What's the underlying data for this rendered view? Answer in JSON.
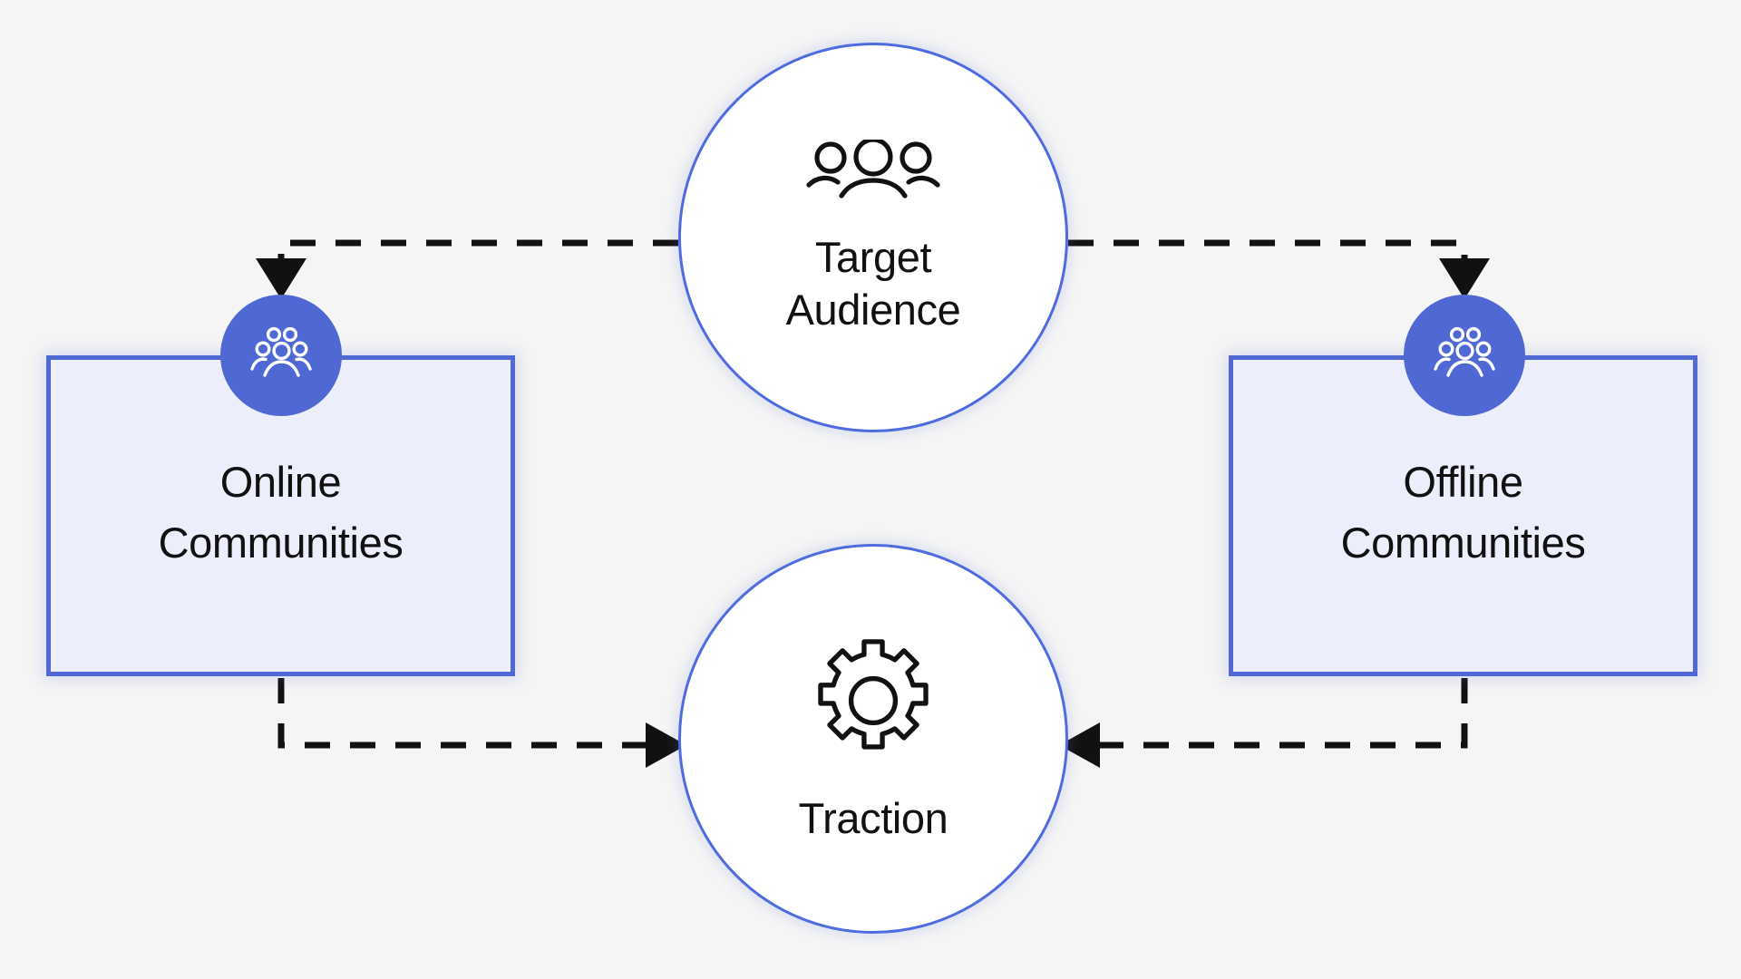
{
  "diagram": {
    "background_color": "#f5f5f5",
    "accent_color": "#5068d4",
    "circle_stroke_color": "#4f6be0",
    "box_fill_color": "#edeefc",
    "edge_color": "#111111",
    "nodes": {
      "target_audience": {
        "label": "Target\nAudience",
        "icon": "people-group-outline-icon",
        "shape": "circle"
      },
      "traction": {
        "label": "Traction",
        "icon": "gear-outline-icon",
        "shape": "circle"
      },
      "online_communities": {
        "label": "Online\nCommunities",
        "badge_icon": "people-group-solid-icon",
        "shape": "rectangle"
      },
      "offline_communities": {
        "label": "Offline\nCommunities",
        "badge_icon": "people-group-solid-icon",
        "shape": "rectangle"
      }
    },
    "edges": [
      {
        "name": "target-audience-to-online-communities",
        "from": "target_audience",
        "to": "online_communities",
        "style": "dashed",
        "arrow": "end"
      },
      {
        "name": "target-audience-to-offline-communities",
        "from": "target_audience",
        "to": "offline_communities",
        "style": "dashed",
        "arrow": "end"
      },
      {
        "name": "online-communities-to-traction",
        "from": "online_communities",
        "to": "traction",
        "style": "dashed",
        "arrow": "end"
      },
      {
        "name": "offline-communities-to-traction",
        "from": "offline_communities",
        "to": "traction",
        "style": "dashed",
        "arrow": "end"
      }
    ]
  }
}
